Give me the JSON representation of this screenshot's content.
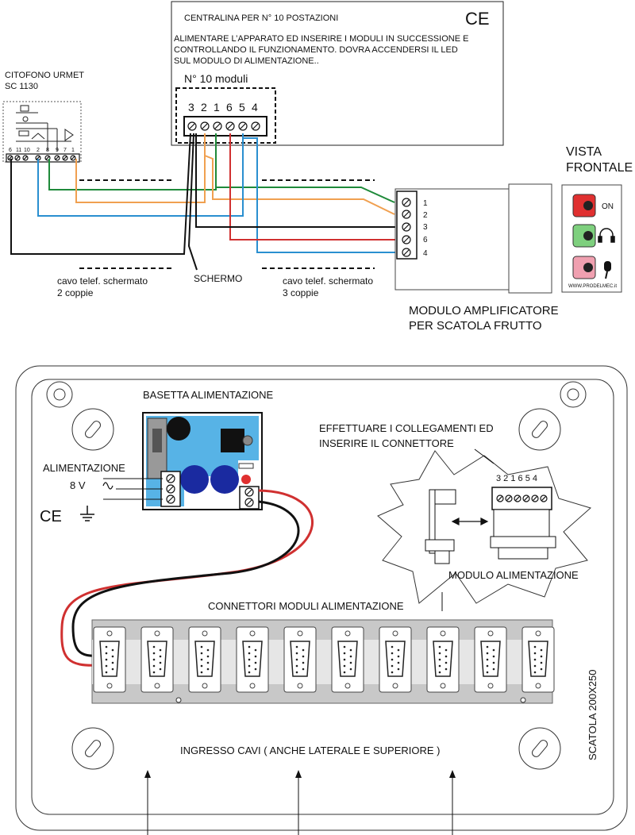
{
  "top": {
    "centralina": {
      "title": "CENTRALINA PER N° 10 POSTAZIONI",
      "ce": "CE",
      "instructions": [
        "ALIMENTARE L’APPARATO ED INSERIRE I MODULI IN SUCCESSIONE E",
        "CONTROLLANDO IL FUNZIONAMENTO. DOVRA ACCENDERSI IL LED",
        "SUL MODULO DI ALIMENTAZIONE.."
      ],
      "moduli_label": "N° 10 moduli",
      "terminals": [
        "3",
        "2",
        "1",
        "6",
        "5",
        "4"
      ]
    },
    "citofono": {
      "title_line1": "CITOFONO URMET",
      "title_line2": "SC  1130",
      "terminals": [
        "6",
        "11",
        "10",
        "2",
        "8",
        "9",
        "7",
        "1"
      ]
    },
    "cable_left": {
      "line1": "cavo telef. schermato",
      "line2": "2 coppie"
    },
    "cable_right": {
      "line1": "cavo telef. schermato",
      "line2": "3 coppie"
    },
    "schermo": "SCHERMO",
    "amp_module": {
      "terminals": [
        "1",
        "2",
        "3",
        "6",
        "4"
      ],
      "caption_line1": "MODULO AMPLIFICATORE",
      "caption_line2": "PER SCATOLA FRUTTO"
    },
    "vista": {
      "line1": "VISTA",
      "line2": "FRONTALE",
      "on_label": "ON",
      "website": "WWW.PRODELMEC.it"
    }
  },
  "bottom": {
    "basetta_title": "BASETTA ALIMENTAZIONE",
    "alimentazione": "ALIMENTAZIONE",
    "voltage": "8 V",
    "ce": "CE",
    "effettuare_line1": "EFFETTUARE I COLLEGAMENTI ED",
    "effettuare_line2": "INSERIRE IL CONNETTORE",
    "mod_terminals": "3 2 1 6 5 4",
    "modulo_alimentazione": "MODULO ALIMENTAZIONE",
    "connettori": "CONNETTORI MODULI ALIMENTAZIONE",
    "ingresso": "INGRESSO CAVI ( ANCHE LATERALE E SUPERIORE )",
    "scatola": "SCATOLA  200X250",
    "connector_count": 10
  },
  "colors": {
    "green": "#1f8a3a",
    "orange": "#f0a050",
    "blue": "#2a8fd0",
    "red": "#d03030",
    "black": "#111111",
    "pcb": "#57b3e6",
    "led_red": "#e03030",
    "led_green": "#7ed07e",
    "led_pink": "#f0a0b0",
    "cap_blue": "#1a2aa0",
    "rail": "#c8c8c8"
  }
}
